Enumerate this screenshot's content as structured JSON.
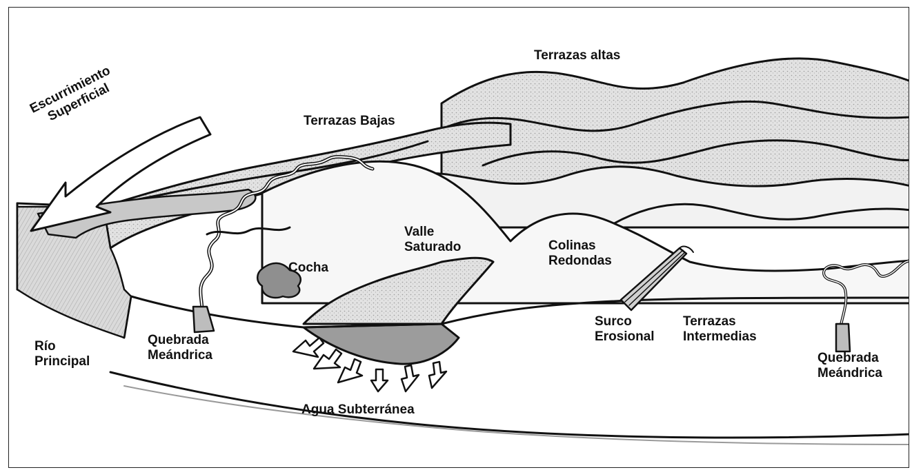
{
  "labels": {
    "terrazas_altas": "Terrazas altas",
    "terrazas_bajas": "Terrazas Bajas",
    "escurrimiento_line1": "Escurrimiento",
    "escurrimiento_line2": "Superficial",
    "valle_line1": "Valle",
    "valle_line2": "Saturado",
    "colinas_line1": "Colinas",
    "colinas_line2": "Redondas",
    "cocha": "Cocha",
    "rio_line1": "Río",
    "rio_line2": "Principal",
    "quebrada_left_line1": "Quebrada",
    "quebrada_left_line2": "Meándrica",
    "surco_line1": "Surco",
    "surco_line2": "Erosional",
    "terrazas_int_line1": "Terrazas",
    "terrazas_int_line2": "Intermedias",
    "quebrada_right_line1": "Quebrada",
    "quebrada_right_line2": "Meándrica",
    "agua_subterranea": "Agua Subterránea"
  },
  "colors": {
    "ink": "#111111",
    "shade_light": "#d9d9d9",
    "shade_mid": "#b5b5b5",
    "shade_dark": "#8a8a8a"
  }
}
